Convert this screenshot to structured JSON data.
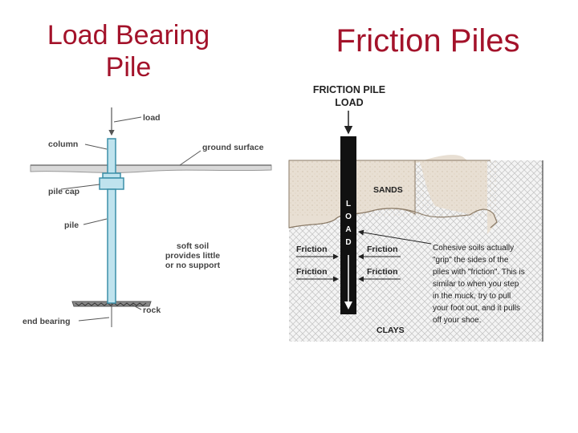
{
  "slide": {
    "left_title": "Load Bearing Pile",
    "right_title": "Friction Piles"
  },
  "load_bearing_pile": {
    "labels": {
      "load": "load",
      "column": "column",
      "ground_surface": "ground surface",
      "pile_cap": "pile cap",
      "pile": "pile",
      "soft_soil": [
        "soft soil",
        "provides little",
        "or no support"
      ],
      "rock": "rock",
      "end_bearing": "end bearing"
    }
  },
  "friction_pile": {
    "heading": [
      "FRICTION PILE",
      "LOAD"
    ],
    "shaft_letters": [
      "L",
      "O",
      "A",
      "D"
    ],
    "soil_layers": [
      "SANDS",
      "CLAYS"
    ],
    "friction_label": "Friction",
    "explanation": [
      "Cohesive soils actually",
      "\"grip\" the sides of the",
      "piles with \"friction\". This is",
      "similar to when you step",
      "in the muck, try to pull",
      "your foot out, and it pulls",
      "off your shoe."
    ]
  },
  "colors": {
    "title": "#a3122a",
    "pile_fill": "#bfe3ee",
    "pile_stroke": "#3b8fa8",
    "ground": "#d9d9d9",
    "sand": "#e8dfd3",
    "clay_hatch": "#c8c8c8",
    "shaft": "#111111"
  }
}
